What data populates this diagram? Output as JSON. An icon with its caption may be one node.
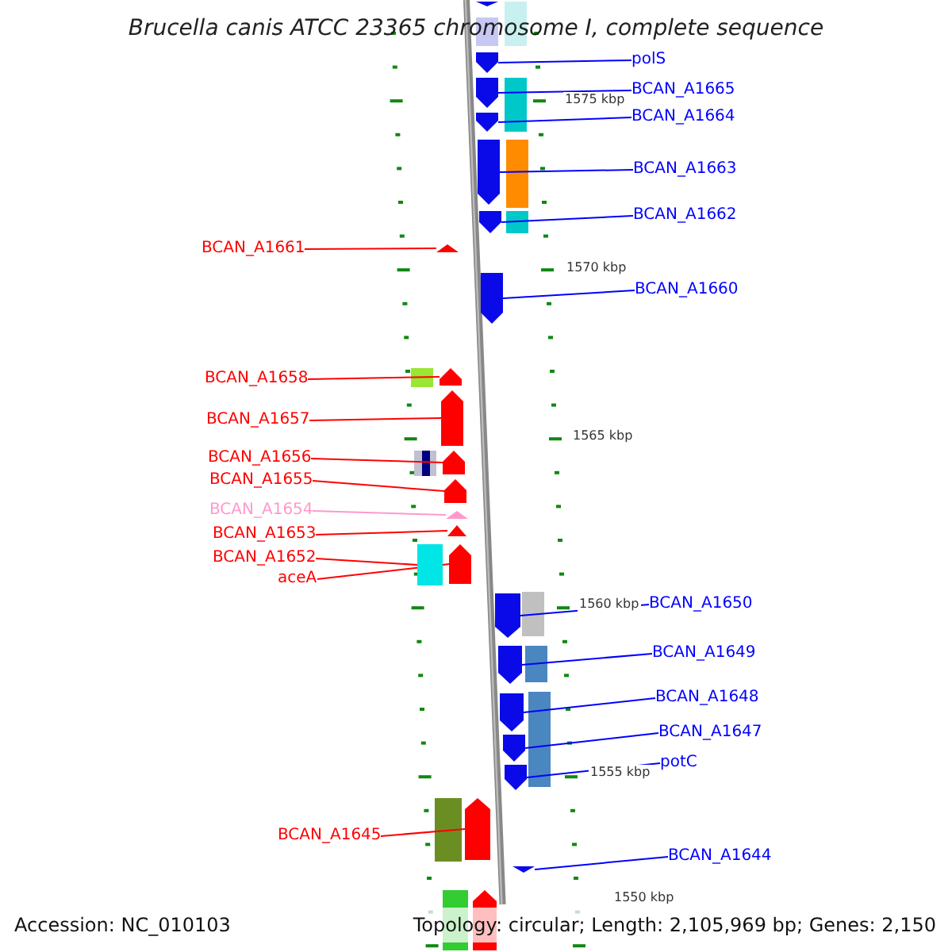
{
  "diagram": {
    "title": "Brucella canis ATCC 23365 chromosome I, complete sequence",
    "nodes": [
      {
        "text": [
          "polS"
        ]
      },
      {
        "text": [
          "BCAN_A1665"
        ]
      },
      {
        "text": [
          "BCAN_A1664"
        ]
      },
      {
        "text": [
          "BCAN_A1663"
        ]
      },
      {
        "text": [
          "BCAN_A1662"
        ]
      },
      {
        "text": [
          "BCAN_A1661"
        ]
      },
      {
        "text": [
          "BCAN_A1660"
        ]
      },
      {
        "text": [
          "BCAN_A1658"
        ]
      },
      {
        "text": [
          "BCAN_A1657"
        ]
      },
      {
        "text": [
          "BCAN_A1656"
        ]
      },
      {
        "text": [
          "BCAN_A1655"
        ]
      },
      {
        "text": [
          "BCAN_A1654"
        ]
      },
      {
        "text": [
          "BCAN_A1653"
        ]
      },
      {
        "text": [
          "BCAN_A1652"
        ]
      },
      {
        "text": [
          "aceA"
        ]
      },
      {
        "text": [
          "BCAN_A1650"
        ]
      },
      {
        "text": [
          "BCAN_A1649"
        ]
      },
      {
        "text": [
          "BCAN_A1648"
        ]
      },
      {
        "text": [
          "BCAN_A1647"
        ]
      },
      {
        "text": [
          "potC"
        ]
      },
      {
        "text": [
          "BCAN_A1645"
        ]
      },
      {
        "text": [
          "BCAN_A1644"
        ]
      },
      {
        "text": [],
        "shape": "arrow"
      },
      {
        "text": [],
        "shape": "arrow"
      },
      {
        "text": [],
        "shape": "arrow"
      },
      {
        "text": [],
        "shape": "arrow"
      },
      {
        "text": [],
        "shape": "arrow"
      },
      {
        "text": [],
        "shape": "arrow"
      },
      {
        "text": [],
        "shape": "arrow"
      },
      {
        "text": [],
        "shape": "arrow"
      },
      {
        "text": [],
        "shape": "arrow"
      },
      {
        "text": [],
        "shape": "arrow"
      },
      {
        "text": [],
        "shape": "arrow"
      },
      {
        "text": [],
        "shape": "arrow"
      },
      {
        "text": [],
        "shape": "arrow"
      },
      {
        "text": [],
        "shape": "box"
      },
      {
        "text": [],
        "shape": "arrow"
      },
      {
        "text": [],
        "shape": "arrow"
      },
      {
        "text": [],
        "shape": "arrow"
      },
      {
        "text": [],
        "shape": "arrow"
      },
      {
        "text": [],
        "shape": "arrow"
      },
      {
        "text": [],
        "shape": "arrow"
      },
      {
        "text": [],
        "shape": "arrow"
      },
      {
        "text": [],
        "shape": "arrow"
      },
      {
        "text": [],
        "shape": "box"
      },
      {
        "text": [],
        "shape": "arrow"
      }
    ],
    "edges": [
      {
        "from": 0,
        "to": 22,
        "arrow": "none"
      },
      {
        "from": 1,
        "to": 23,
        "arrow": "none"
      },
      {
        "from": 2,
        "to": 24,
        "arrow": "none"
      },
      {
        "from": 3,
        "to": 25,
        "arrow": "none"
      },
      {
        "from": 4,
        "to": 26,
        "arrow": "none"
      },
      {
        "from": 5,
        "to": 27,
        "arrow": "none",
        "color": "#ff0000"
      },
      {
        "from": 6,
        "to": 28,
        "arrow": "none"
      },
      {
        "from": 7,
        "to": 29,
        "arrow": "none",
        "color": "#ff0000"
      },
      {
        "from": 8,
        "to": 30,
        "arrow": "none",
        "color": "#ff0000"
      },
      {
        "from": 9,
        "to": 31,
        "arrow": "none",
        "color": "#ff0000"
      },
      {
        "from": 10,
        "to": 32,
        "arrow": "none",
        "color": "#ff0000"
      },
      {
        "from": 11,
        "to": 33,
        "arrow": "none",
        "color": "#ff99cc"
      },
      {
        "from": 12,
        "to": 34,
        "arrow": "none",
        "color": "#ff0000"
      },
      {
        "from": 13,
        "to": 35,
        "arrow": "none",
        "color": "#ff0000"
      },
      {
        "from": 14,
        "to": 36,
        "arrow": "none",
        "color": "#ff0000"
      },
      {
        "from": 15,
        "to": 37,
        "arrow": "none"
      },
      {
        "from": 16,
        "to": 38,
        "arrow": "none"
      },
      {
        "from": 17,
        "to": 39,
        "arrow": "none"
      },
      {
        "from": 18,
        "to": 40,
        "arrow": "none"
      },
      {
        "from": 19,
        "to": 41,
        "arrow": "none"
      },
      {
        "from": 20,
        "to": 42,
        "arrow": "none",
        "color": "#ff0000"
      },
      {
        "from": 21,
        "to": 43,
        "arrow": "none"
      }
    ],
    "labels": [
      "1575 kbp",
      "1570 kbp",
      "1565 kbp",
      "1560 kbp",
      "1555 kbp",
      "1550 kbp",
      "Accession: NC_010103",
      "Topology: circular; Length: 2,105,969 bp; Genes: 2,150"
    ]
  }
}
